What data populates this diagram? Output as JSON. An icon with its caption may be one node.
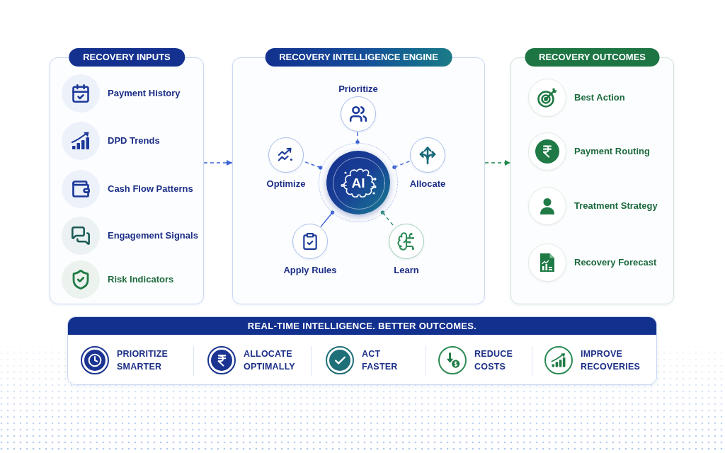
{
  "diagram": {
    "nodes": [
      {
        "text": [
          "RECOVERY INPUTS"
        ]
      },
      {
        "text": [
          "Payment History"
        ],
        "in": 0
      },
      {
        "text": [
          "DPD Trends"
        ],
        "in": 0
      },
      {
        "text": [
          "Cash Flow Patterns"
        ],
        "in": 0
      },
      {
        "text": [
          "Engagement Signals"
        ],
        "in": 0
      },
      {
        "text": [
          "Risk Indicators"
        ],
        "in": 0
      },
      {
        "text": [
          "RECOVERY INTELLIGENCE ENGINE"
        ]
      },
      {
        "text": [
          "Prioritize"
        ],
        "in": 6
      },
      {
        "text": [
          "Optimize"
        ],
        "in": 6
      },
      {
        "text": [
          "AI"
        ],
        "in": 6
      },
      {
        "text": [
          "Allocate"
        ],
        "in": 6
      },
      {
        "text": [
          "Apply Rules"
        ],
        "in": 6
      },
      {
        "text": [
          "Learn"
        ],
        "in": 6
      },
      {
        "text": [
          "RECOVERY OUTCOMES"
        ]
      },
      {
        "text": [
          "Best Action"
        ],
        "in": 13
      },
      {
        "text": [
          "Payment Routing"
        ],
        "in": 13
      },
      {
        "text": [
          "Treatment Strategy"
        ],
        "in": 13
      },
      {
        "text": [
          "Recovery Forecast"
        ],
        "in": 13
      },
      {
        "text": [
          "REAL-TIME INTELLIGENCE. BETTER OUTCOMES."
        ]
      },
      {
        "text": [
          "PRIORITIZE SMARTER"
        ],
        "in": 18
      },
      {
        "text": [
          "ALLOCATE OPTIMALLY"
        ],
        "in": 18
      },
      {
        "text": [
          "ACT FASTER"
        ],
        "in": 18
      },
      {
        "text": [
          "REDUCE COSTS"
        ],
        "in": 18
      },
      {
        "text": [
          "IMPROVE RECOVERIES"
        ],
        "in": 18
      }
    ],
    "edges": [
      {
        "from": 0,
        "to": 6,
        "arrow": "to",
        "style": "dashed"
      },
      {
        "from": 6,
        "to": 13,
        "arrow": "to",
        "style": "dashed",
        "color": "#1f8a4c"
      },
      {
        "from": 9,
        "to": 7,
        "arrow": "other",
        "style": "dashed"
      },
      {
        "from": 9,
        "to": 8,
        "arrow": "other",
        "style": "dashed"
      },
      {
        "from": 9,
        "to": 10,
        "arrow": "other",
        "style": "dashed"
      },
      {
        "from": 9,
        "to": 11,
        "arrow": "other"
      },
      {
        "from": 9,
        "to": 12,
        "arrow": "other",
        "style": "dashed",
        "color": "#2f8c7c"
      }
    ]
  }
}
